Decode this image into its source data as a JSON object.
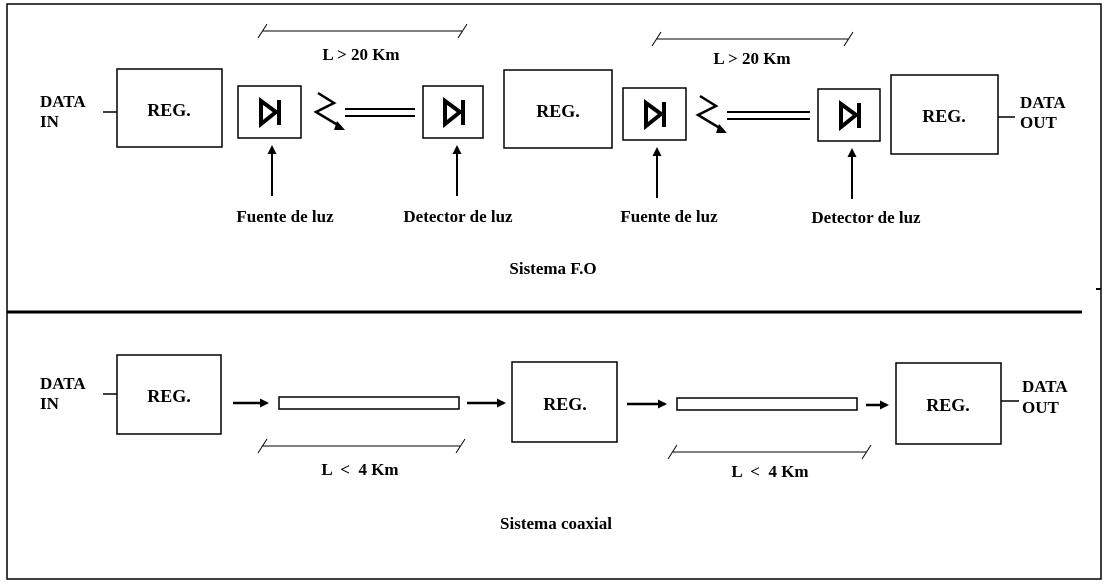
{
  "fo_system": {
    "data_in": [
      "DATA",
      "IN"
    ],
    "data_out": [
      "DATA",
      "OUT"
    ],
    "reg": [
      "REG.",
      "REG.",
      "REG."
    ],
    "length": [
      "L > 20 Km",
      "L > 20 Km"
    ],
    "source": [
      "Fuente de luz",
      "Fuente de luz"
    ],
    "detector": [
      "Detector de luz",
      "Detector de luz"
    ],
    "caption": "Sistema F.O"
  },
  "coax_system": {
    "data_in": [
      "DATA",
      "IN"
    ],
    "data_out": [
      "DATA",
      "OUT"
    ],
    "reg": [
      "REG.",
      "REG.",
      "REG."
    ],
    "length": [
      "L  <  4 Km",
      "L  <  4 Km"
    ],
    "caption": "Sistema coaxial"
  },
  "colors": {
    "ink": "#000000",
    "background": "#ffffff"
  }
}
